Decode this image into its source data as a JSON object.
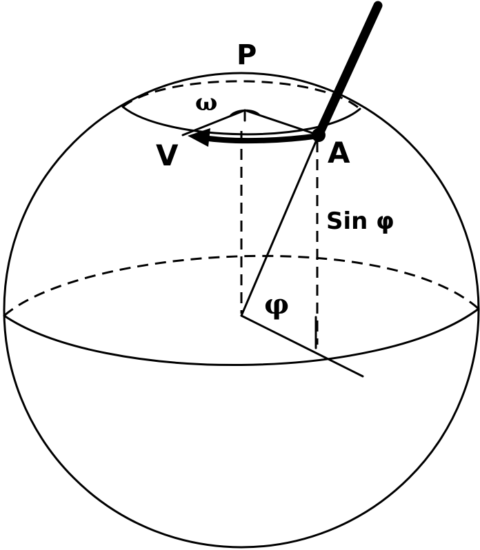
{
  "labels": {
    "pole": "P",
    "angular_velocity": "ω",
    "velocity": "V",
    "point": "A",
    "sin_phi": "Sin φ",
    "latitude": "φ"
  },
  "colors": {
    "ink": "#000000",
    "paper": "#ffffff"
  }
}
